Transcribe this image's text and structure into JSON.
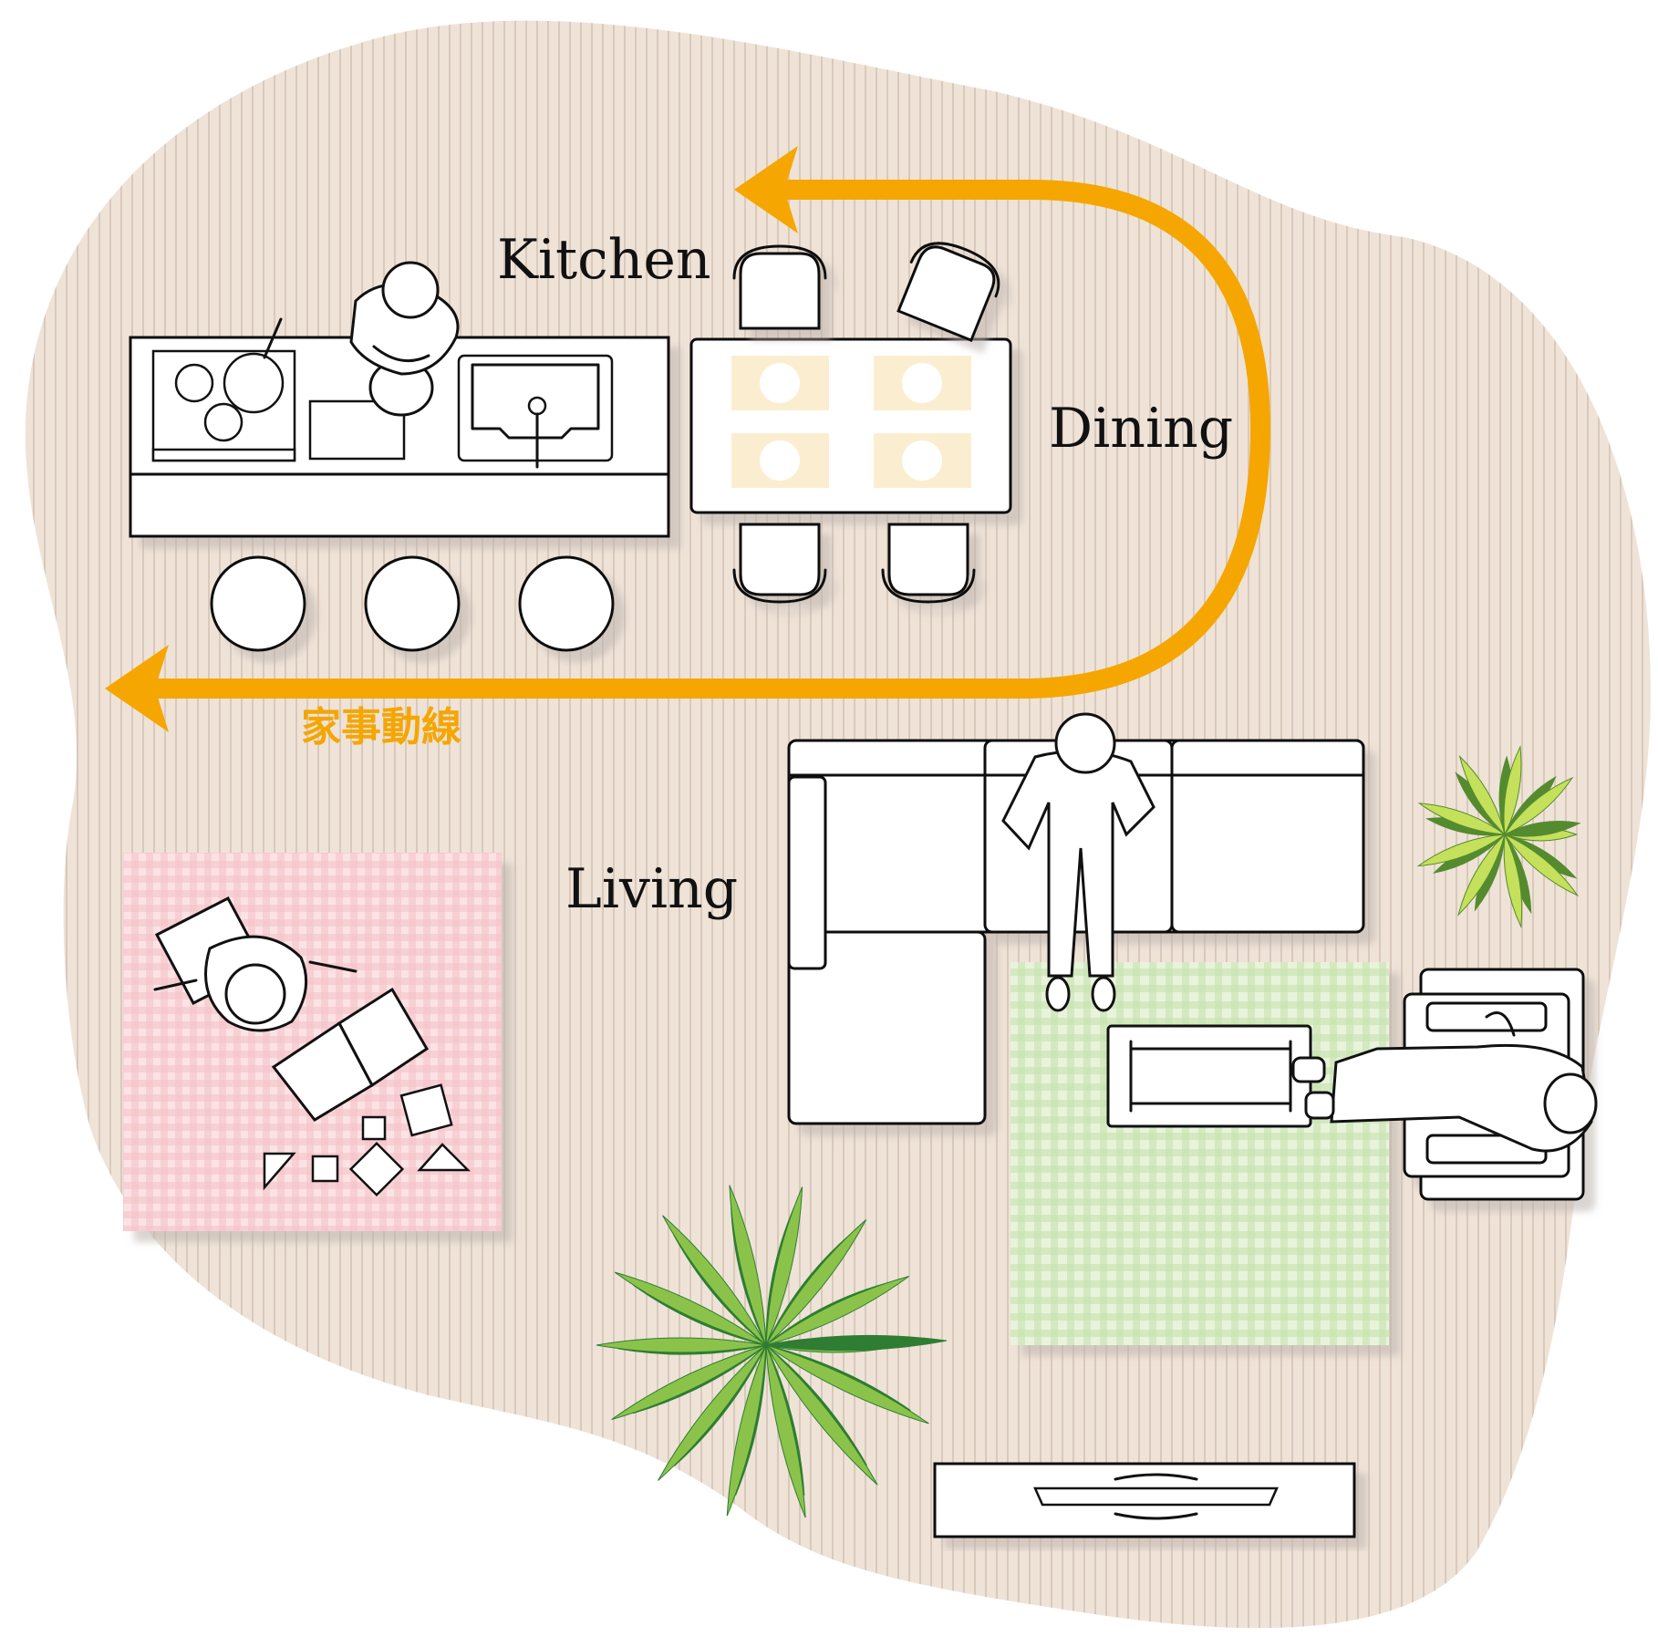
{
  "labels": {
    "kitchen": "Kitchen",
    "dining": "Dining",
    "living": "Living",
    "route": "家事動線"
  },
  "colors": {
    "floor": "#efe3d8",
    "route": "#f5a600",
    "pink_mat": "#f7c9cd",
    "green_rug": "#cfe6b8",
    "placemat": "#fbeed0",
    "plant_dark": "#2e7d32",
    "plant_light": "#8bc34a"
  }
}
